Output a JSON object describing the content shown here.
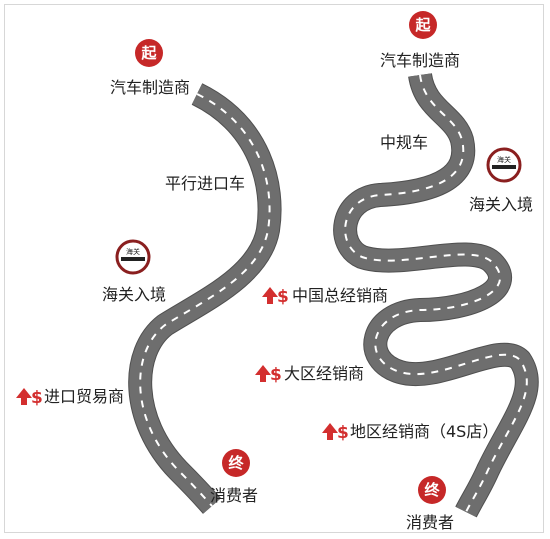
{
  "left_route": {
    "start_badge": "起",
    "manufacturer": "汽车制造商",
    "channel": "平行进口车",
    "customs": "海关入境",
    "customs_sign": "海关",
    "price_step_1": "进口贸易商",
    "end_badge": "终",
    "consumer": "消费者"
  },
  "right_route": {
    "start_badge": "起",
    "manufacturer": "汽车制造商",
    "channel": "中规车",
    "customs": "海关入境",
    "customs_sign": "海关",
    "price_step_1": "中国总经销商",
    "price_step_2": "大区经销商",
    "price_step_3": "地区经销商（4S店）",
    "end_badge": "终",
    "consumer": "消费者"
  },
  "price_symbol": "$",
  "icons": {
    "start": "start-badge-icon",
    "end": "end-badge-icon",
    "customs": "customs-sign-icon",
    "price_up": "price-up-arrow-icon"
  },
  "colors": {
    "badge": "#c62828",
    "road": "#6e6e6e",
    "road_dash": "#ffffff",
    "price_up": "#d32f2f",
    "customs_ring": "#8a1f1f"
  }
}
